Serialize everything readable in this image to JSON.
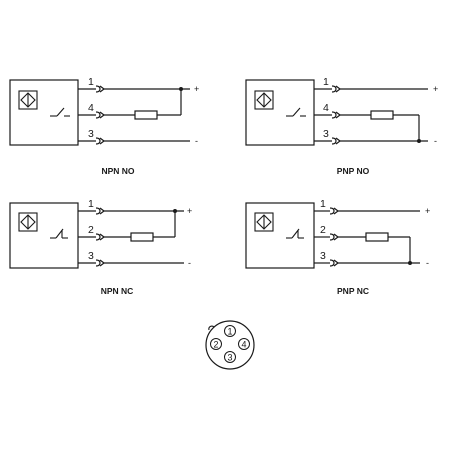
{
  "labels": {
    "plus": "+",
    "minus": "-"
  },
  "diagrams": [
    {
      "caption": "NPN NO",
      "type": "NPN",
      "contact": "NO",
      "pins": [
        "1",
        "4",
        "3"
      ]
    },
    {
      "caption": "PNP NO",
      "type": "PNP",
      "contact": "NO",
      "pins": [
        "1",
        "4",
        "3"
      ]
    },
    {
      "caption": "NPN NC",
      "type": "NPN",
      "contact": "NC",
      "pins": [
        "1",
        "2",
        "3"
      ]
    },
    {
      "caption": "PNP NC",
      "type": "PNP",
      "contact": "NC",
      "pins": [
        "1",
        "2",
        "3"
      ]
    }
  ],
  "connector": {
    "pins": [
      "1",
      "2",
      "3",
      "4"
    ]
  }
}
